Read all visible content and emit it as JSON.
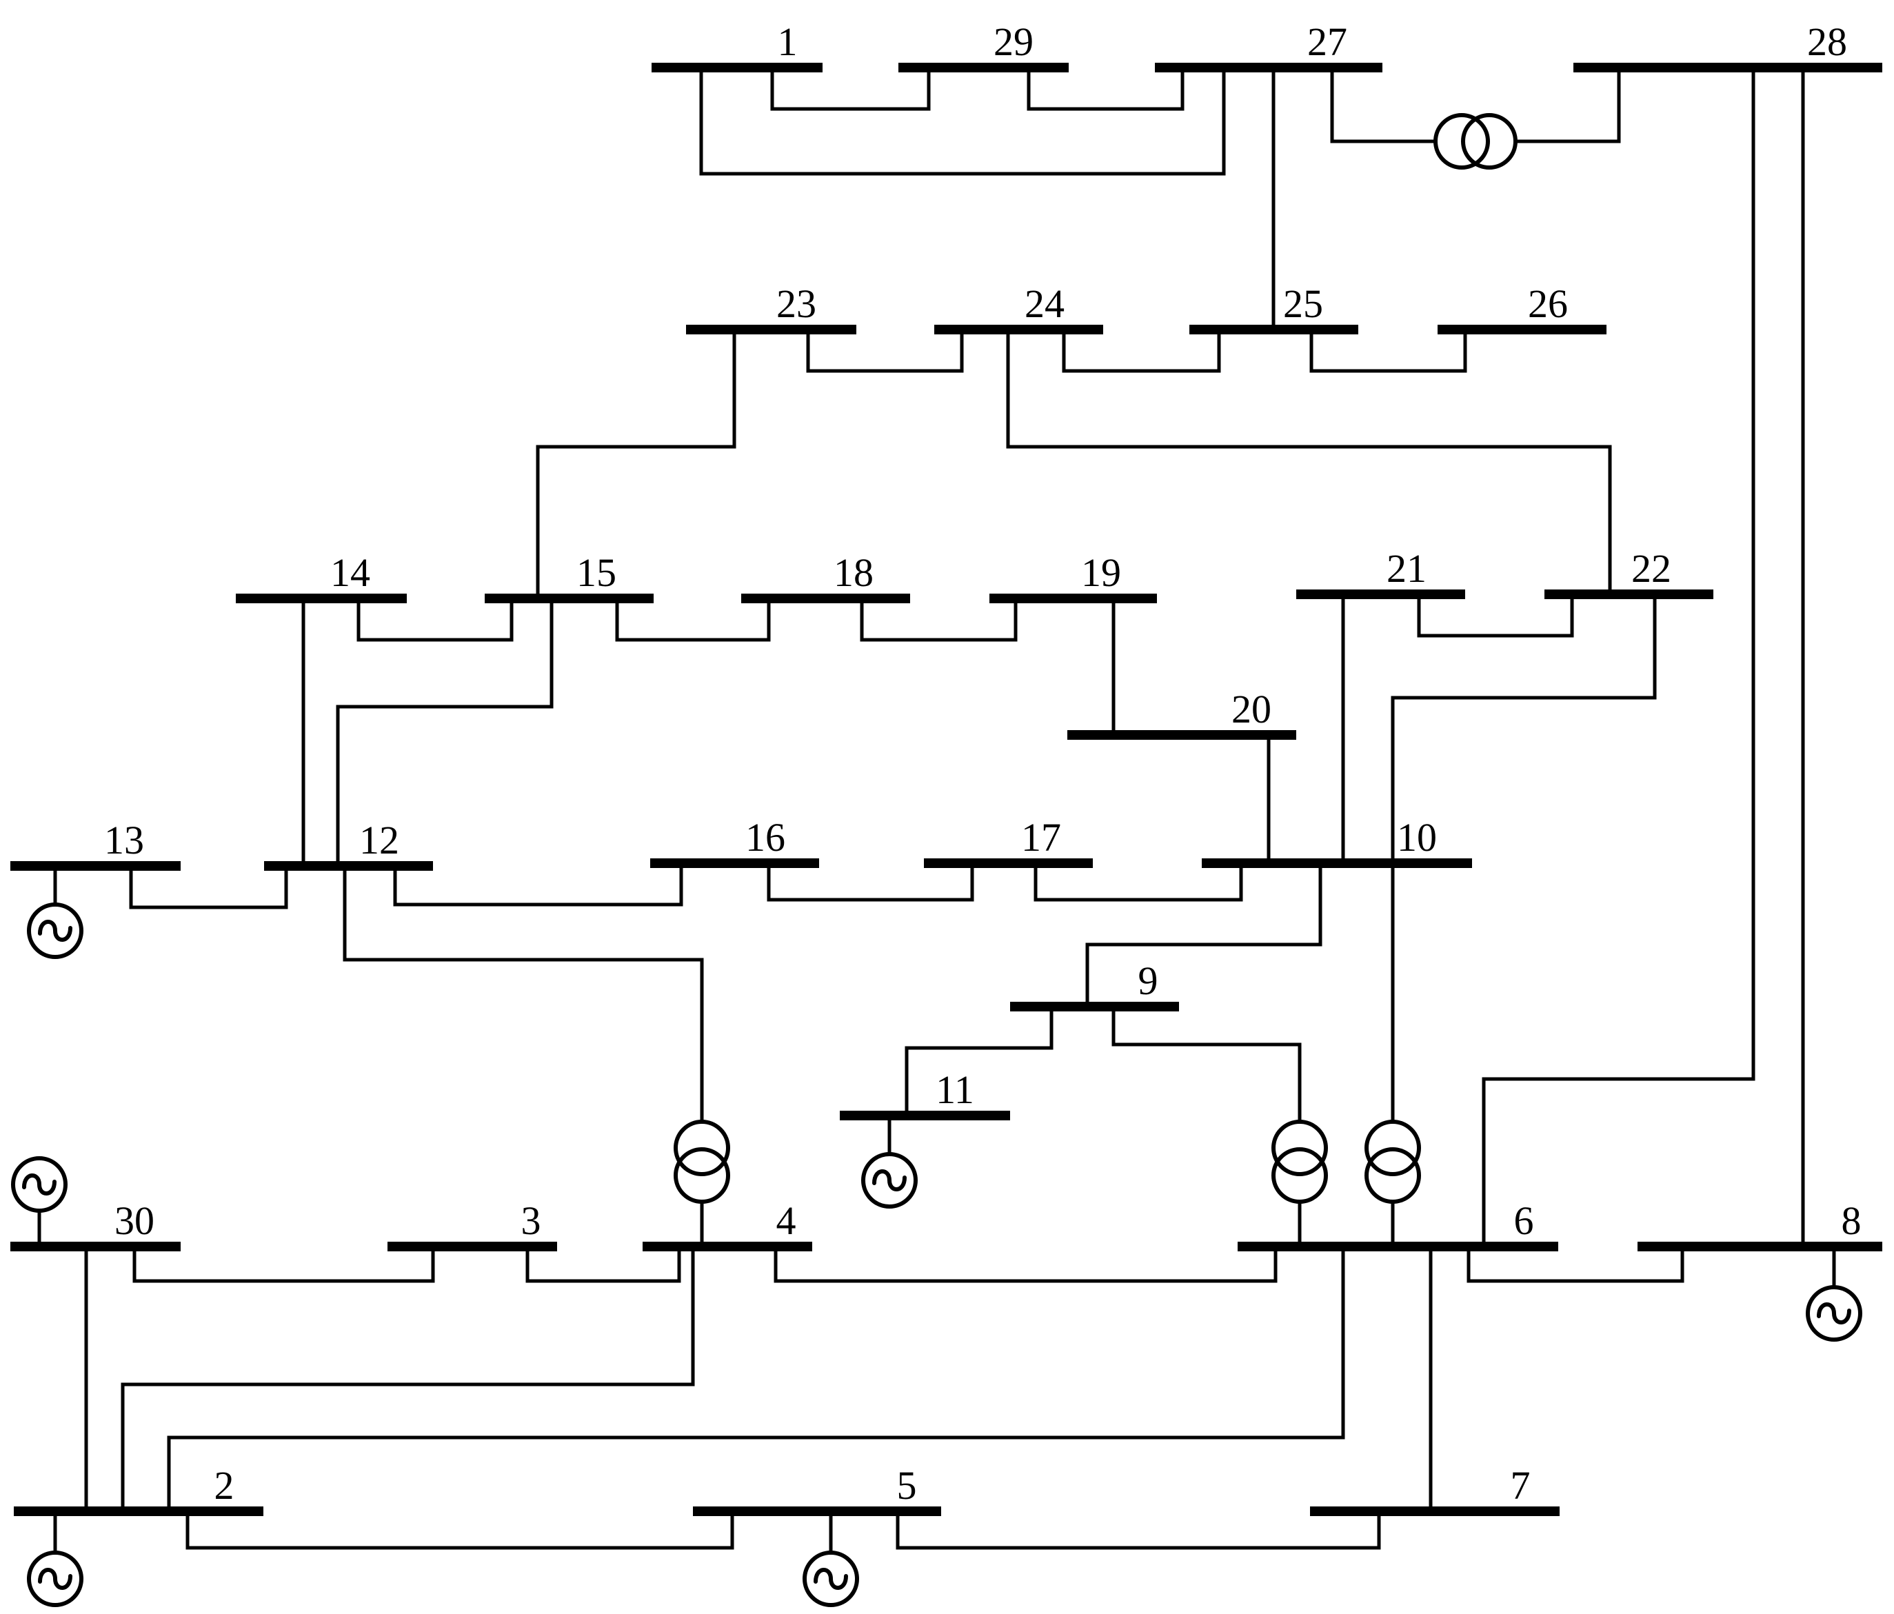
{
  "buses": [
    {
      "id": "1",
      "label": "1"
    },
    {
      "id": "2",
      "label": "2"
    },
    {
      "id": "3",
      "label": "3"
    },
    {
      "id": "4",
      "label": "4"
    },
    {
      "id": "5",
      "label": "5"
    },
    {
      "id": "6",
      "label": "6"
    },
    {
      "id": "7",
      "label": "7"
    },
    {
      "id": "8",
      "label": "8"
    },
    {
      "id": "9",
      "label": "9"
    },
    {
      "id": "10",
      "label": "10"
    },
    {
      "id": "11",
      "label": "11"
    },
    {
      "id": "12",
      "label": "12"
    },
    {
      "id": "13",
      "label": "13"
    },
    {
      "id": "14",
      "label": "14"
    },
    {
      "id": "15",
      "label": "15"
    },
    {
      "id": "16",
      "label": "16"
    },
    {
      "id": "17",
      "label": "17"
    },
    {
      "id": "18",
      "label": "18"
    },
    {
      "id": "19",
      "label": "19"
    },
    {
      "id": "20",
      "label": "20"
    },
    {
      "id": "21",
      "label": "21"
    },
    {
      "id": "22",
      "label": "22"
    },
    {
      "id": "23",
      "label": "23"
    },
    {
      "id": "24",
      "label": "24"
    },
    {
      "id": "25",
      "label": "25"
    },
    {
      "id": "26",
      "label": "26"
    },
    {
      "id": "27",
      "label": "27"
    },
    {
      "id": "28",
      "label": "28"
    },
    {
      "id": "29",
      "label": "29"
    },
    {
      "id": "30",
      "label": "30"
    }
  ],
  "lines": [
    [
      "1",
      "29"
    ],
    [
      "1",
      "27"
    ],
    [
      "29",
      "27"
    ],
    [
      "27",
      "25"
    ],
    [
      "23",
      "24"
    ],
    [
      "24",
      "25"
    ],
    [
      "25",
      "26"
    ],
    [
      "24",
      "22"
    ],
    [
      "23",
      "15"
    ],
    [
      "14",
      "15"
    ],
    [
      "15",
      "18"
    ],
    [
      "18",
      "19"
    ],
    [
      "21",
      "22"
    ],
    [
      "19",
      "20"
    ],
    [
      "20",
      "10"
    ],
    [
      "21",
      "10"
    ],
    [
      "15",
      "12"
    ],
    [
      "14",
      "12"
    ],
    [
      "13",
      "12"
    ],
    [
      "12",
      "16"
    ],
    [
      "16",
      "17"
    ],
    [
      "17",
      "10"
    ],
    [
      "10",
      "9"
    ],
    [
      "9",
      "11"
    ],
    [
      "30",
      "3"
    ],
    [
      "3",
      "4"
    ],
    [
      "4",
      "6"
    ],
    [
      "6",
      "8"
    ],
    [
      "30",
      "2"
    ],
    [
      "4",
      "2"
    ],
    [
      "6",
      "2"
    ],
    [
      "2",
      "5"
    ],
    [
      "5",
      "7"
    ],
    [
      "6",
      "7"
    ],
    [
      "28",
      "6"
    ],
    [
      "28",
      "8"
    ]
  ],
  "transformers": [
    [
      "27",
      "28"
    ],
    [
      "12",
      "4"
    ],
    [
      "9",
      "6"
    ],
    [
      "22",
      "6"
    ]
  ],
  "generators": [
    "13",
    "11",
    "30",
    "2",
    "5",
    "8"
  ]
}
